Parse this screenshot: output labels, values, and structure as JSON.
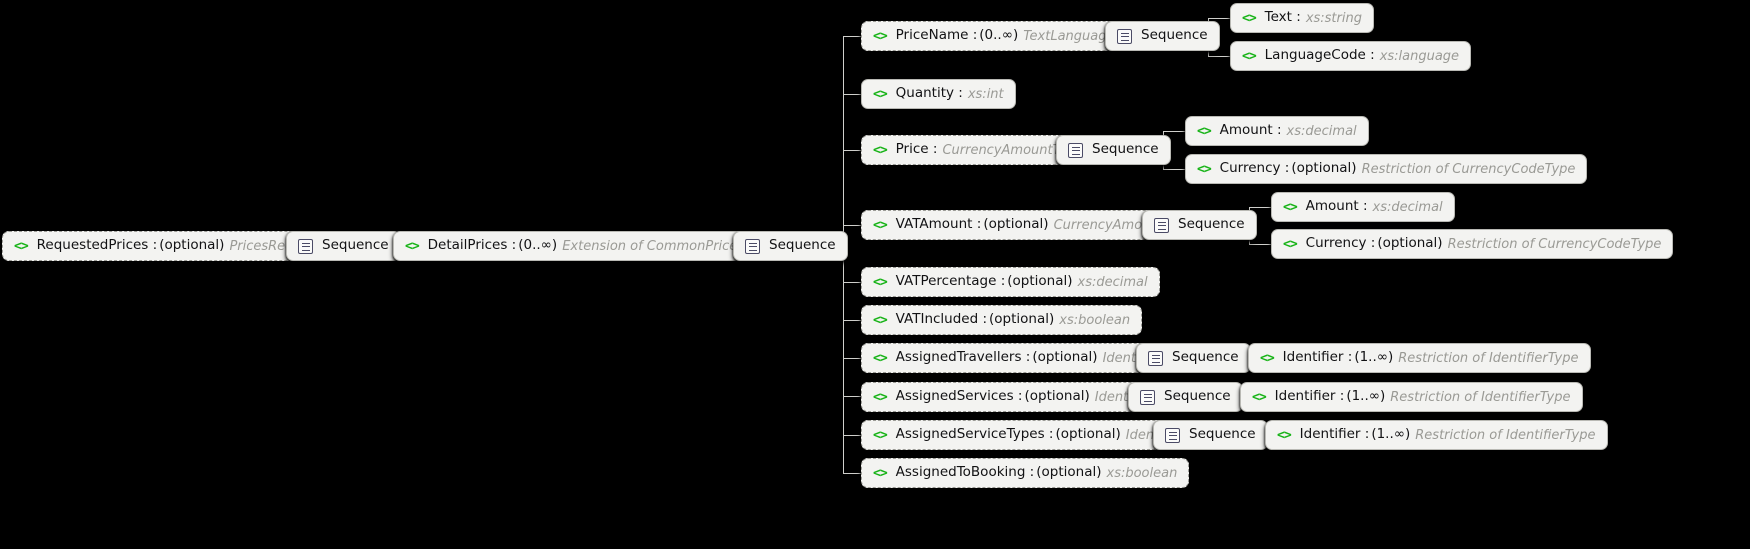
{
  "diagram": {
    "kind": "xsd-schema-tree",
    "background": "#000000",
    "node_fill": "#f3f3f1",
    "element_icon_color": "#17b317",
    "type_text_color": "#9a9a95",
    "connector_color": "#cfcfcb",
    "sequence_label": "Sequence",
    "icons": {
      "element": "<>",
      "sequence": "sequence-icon"
    }
  },
  "nodes": {
    "requested_prices": {
      "icon": "<>",
      "name": "RequestedPrices :",
      "cardinality": "(optional)",
      "type": "PricesRequestType"
    },
    "seq_root": {
      "label": "Sequence"
    },
    "detail_prices": {
      "icon": "<>",
      "name": "DetailPrices :",
      "cardinality": "(0..∞)",
      "type": "Extension of CommonPriceRequestType"
    },
    "seq_detail": {
      "label": "Sequence"
    },
    "price_name": {
      "icon": "<>",
      "name": "PriceName :",
      "cardinality": "(0..∞)",
      "type": "TextLanguageType"
    },
    "seq_price_name": {
      "label": "Sequence"
    },
    "text": {
      "icon": "<>",
      "name": "Text :",
      "cardinality": "",
      "type": "xs:string"
    },
    "language_code": {
      "icon": "<>",
      "name": "LanguageCode :",
      "cardinality": "",
      "type": "xs:language"
    },
    "quantity": {
      "icon": "<>",
      "name": "Quantity :",
      "cardinality": "",
      "type": "xs:int"
    },
    "price": {
      "icon": "<>",
      "name": "Price :",
      "cardinality": "",
      "type": "CurrencyAmountType"
    },
    "seq_price": {
      "label": "Sequence"
    },
    "price_amount": {
      "icon": "<>",
      "name": "Amount :",
      "cardinality": "",
      "type": "xs:decimal"
    },
    "price_currency": {
      "icon": "<>",
      "name": "Currency :",
      "cardinality": "(optional)",
      "type": "Restriction of CurrencyCodeType"
    },
    "vat_amount": {
      "icon": "<>",
      "name": "VATAmount :",
      "cardinality": "(optional)",
      "type": "CurrencyAmountType"
    },
    "seq_vat_amount": {
      "label": "Sequence"
    },
    "vat_amount_amount": {
      "icon": "<>",
      "name": "Amount :",
      "cardinality": "",
      "type": "xs:decimal"
    },
    "vat_amount_currency": {
      "icon": "<>",
      "name": "Currency :",
      "cardinality": "(optional)",
      "type": "Restriction of CurrencyCodeType"
    },
    "vat_percentage": {
      "icon": "<>",
      "name": "VATPercentage :",
      "cardinality": "(optional)",
      "type": "xs:decimal"
    },
    "vat_included": {
      "icon": "<>",
      "name": "VATIncluded :",
      "cardinality": "(optional)",
      "type": "xs:boolean"
    },
    "assigned_travellers": {
      "icon": "<>",
      "name": "AssignedTravellers :",
      "cardinality": "(optional)",
      "type": "IdentifiersType"
    },
    "seq_assigned_travellers": {
      "label": "Sequence"
    },
    "identifier_travellers": {
      "icon": "<>",
      "name": "Identifier :",
      "cardinality": "(1..∞)",
      "type": "Restriction of IdentifierType"
    },
    "assigned_services": {
      "icon": "<>",
      "name": "AssignedServices :",
      "cardinality": "(optional)",
      "type": "IdentifiersType"
    },
    "seq_assigned_services": {
      "label": "Sequence"
    },
    "identifier_services": {
      "icon": "<>",
      "name": "Identifier :",
      "cardinality": "(1..∞)",
      "type": "Restriction of IdentifierType"
    },
    "assigned_service_types": {
      "icon": "<>",
      "name": "AssignedServiceTypes :",
      "cardinality": "(optional)",
      "type": "IdentifiersType"
    },
    "seq_assigned_service_types": {
      "label": "Sequence"
    },
    "identifier_service_types": {
      "icon": "<>",
      "name": "Identifier :",
      "cardinality": "(1..∞)",
      "type": "Restriction of IdentifierType"
    },
    "assigned_to_booking": {
      "icon": "<>",
      "name": "AssignedToBooking :",
      "cardinality": "(optional)",
      "type": "xs:boolean"
    }
  }
}
